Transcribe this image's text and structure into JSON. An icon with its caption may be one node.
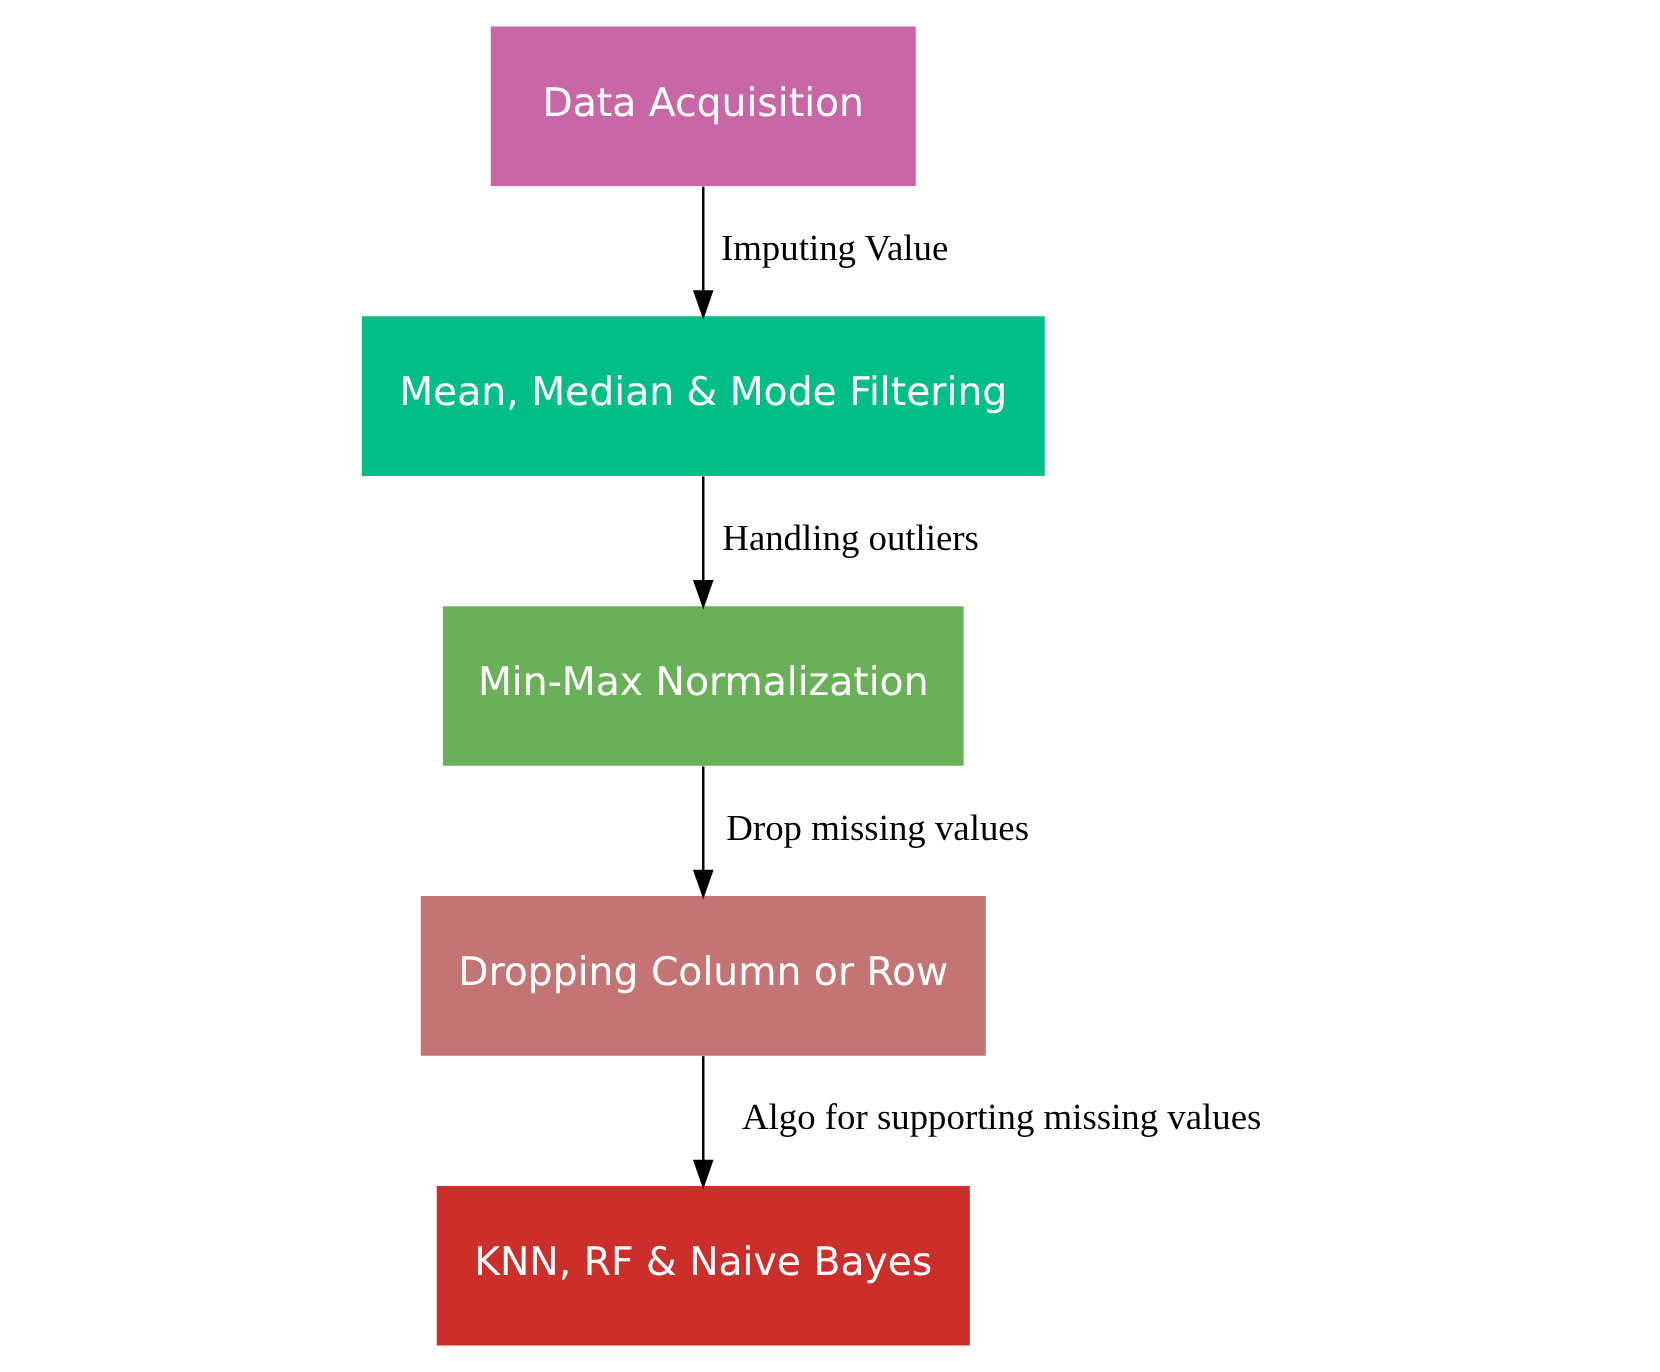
{
  "diagram": {
    "nodes": [
      {
        "text": [
          "Data Acquisition"
        ]
      },
      {
        "text": [
          "Mean, Median & Mode Filtering"
        ]
      },
      {
        "text": [
          "Min-Max Normalization"
        ]
      },
      {
        "text": [
          "Dropping Column or Row"
        ]
      },
      {
        "text": [
          "KNN, RF & Naive Bayes"
        ]
      }
    ],
    "edges": [
      {
        "from": 0,
        "to": 1,
        "arrow": "to",
        "label": "Imputing Value"
      },
      {
        "from": 1,
        "to": 2,
        "arrow": "to",
        "label": "Handling outliers"
      },
      {
        "from": 2,
        "to": 3,
        "arrow": "to",
        "label": "Drop missing values"
      },
      {
        "from": 3,
        "to": 4,
        "arrow": "to",
        "label": "Algo for supporting missing values"
      }
    ]
  }
}
